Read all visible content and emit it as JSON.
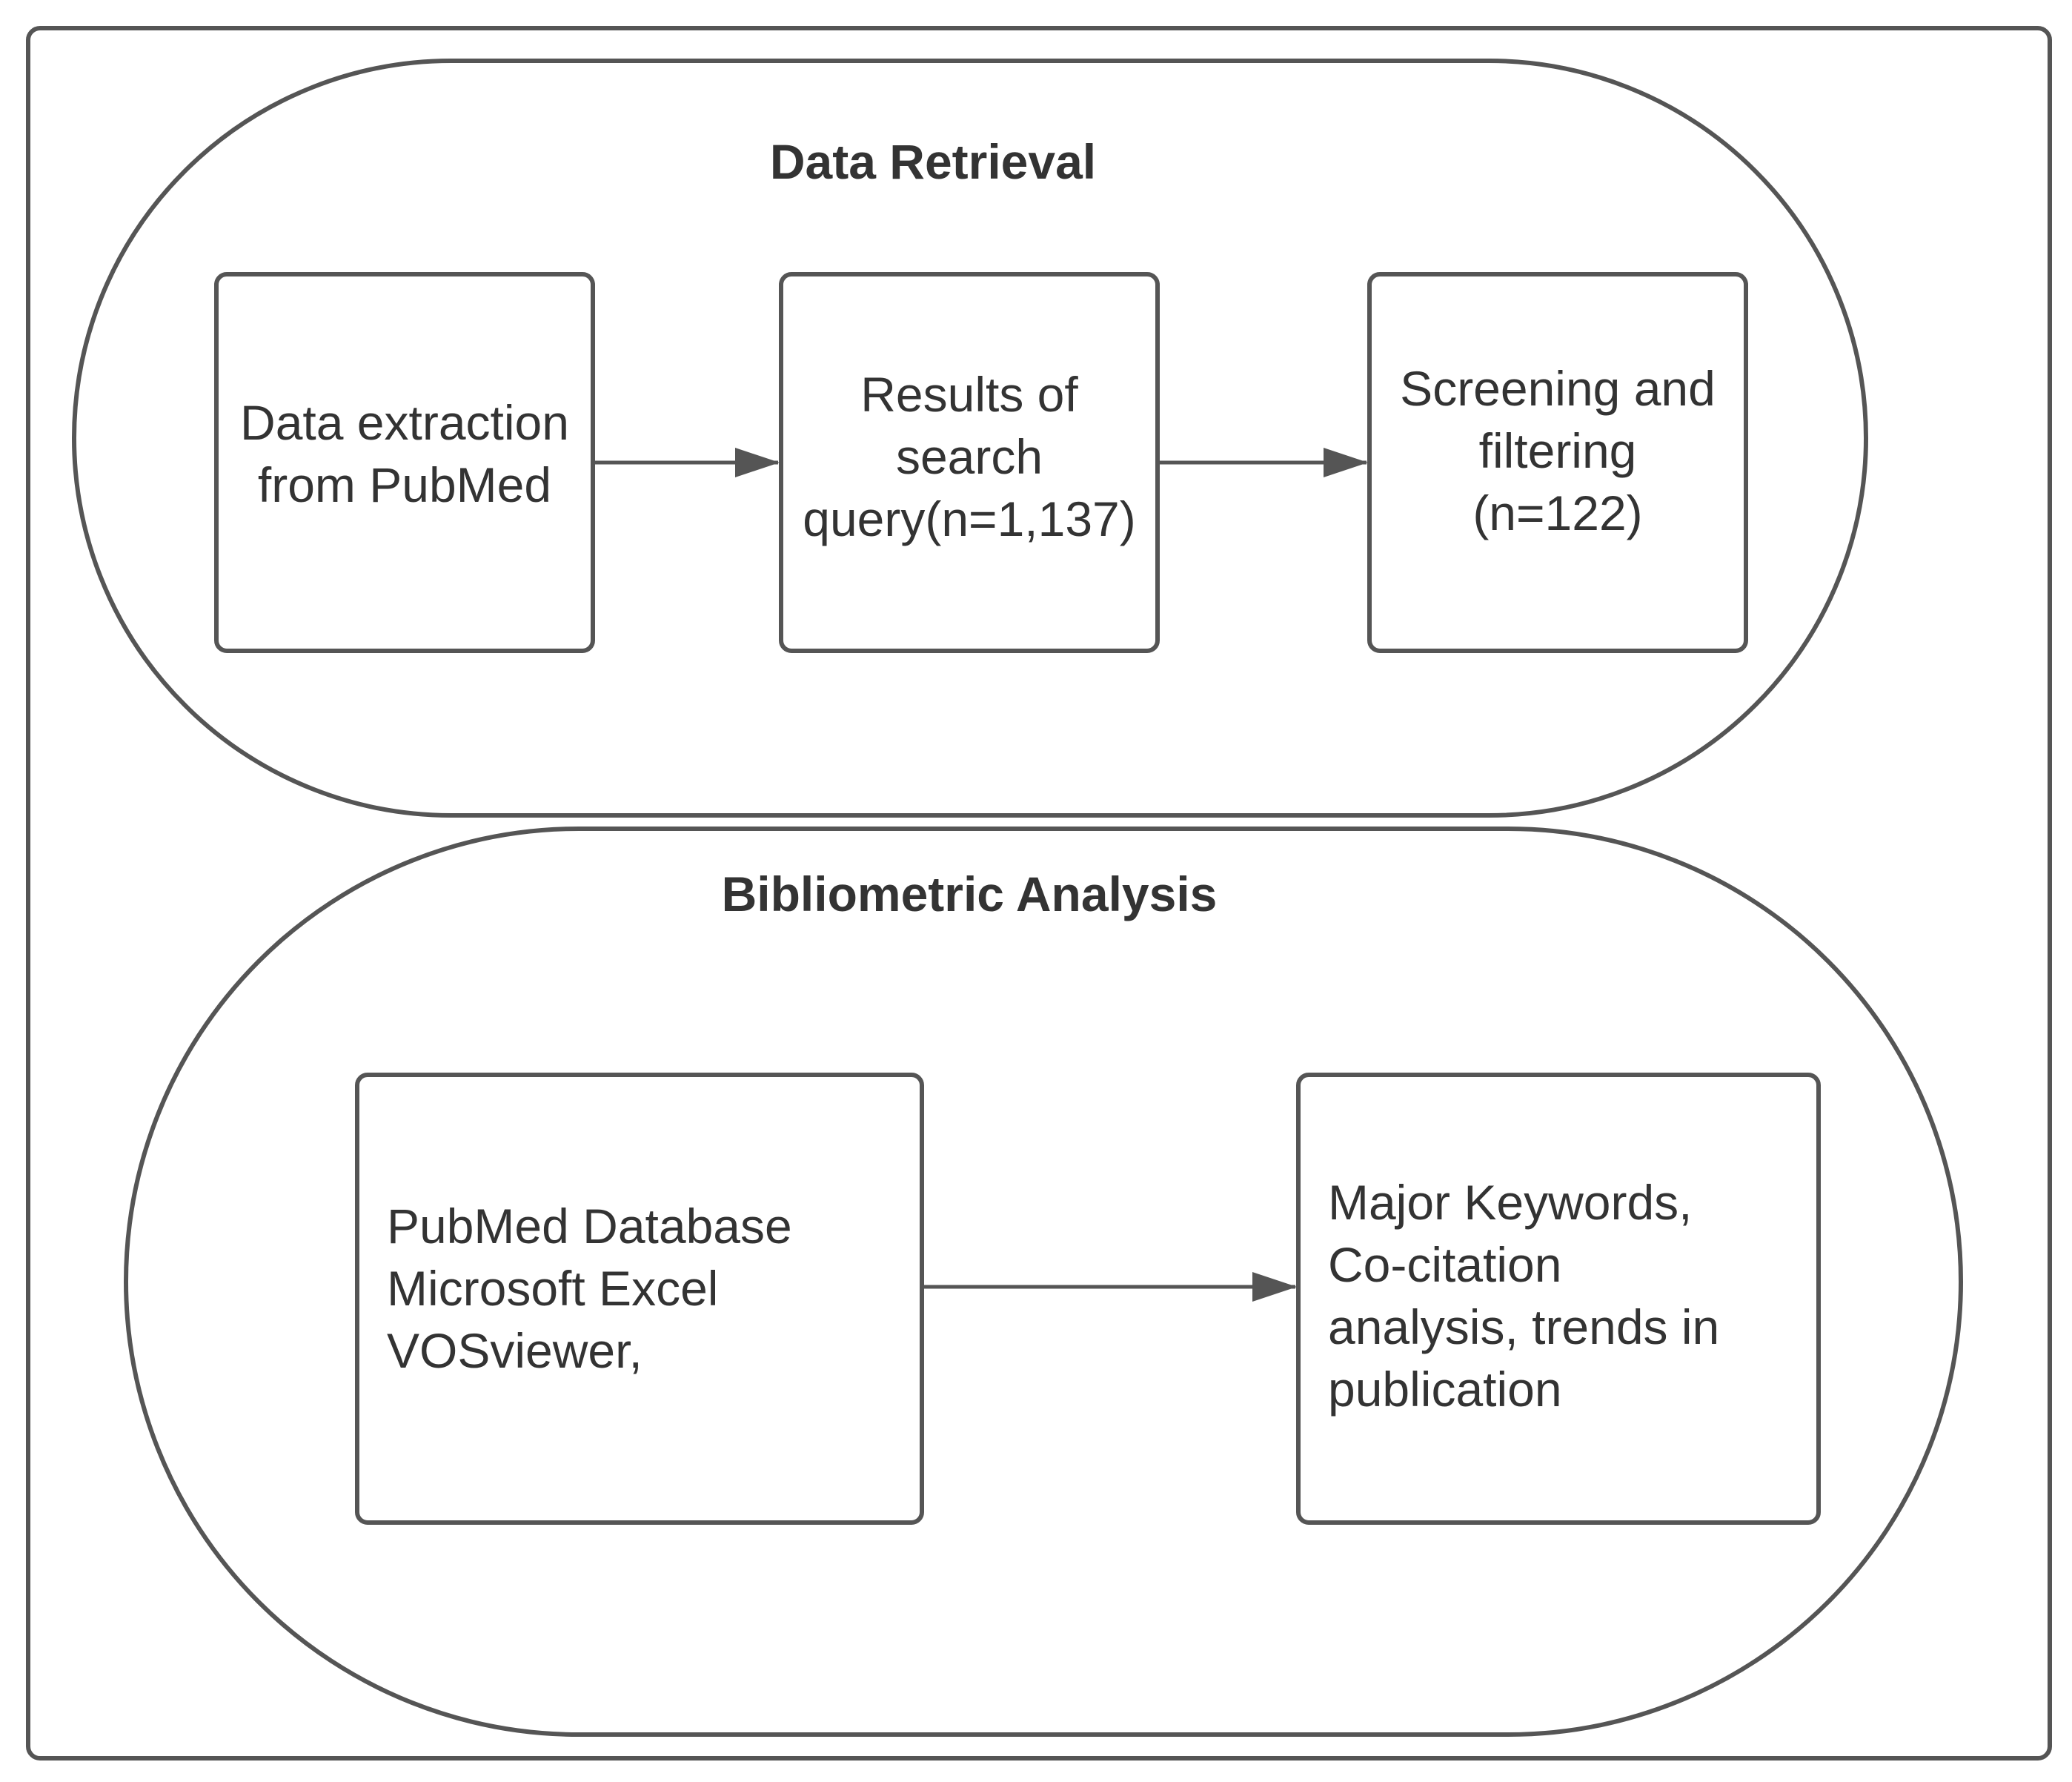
{
  "sections": [
    {
      "title": "Data Retrieval",
      "boxes": [
        {
          "lines": [
            "Data extraction",
            "from PubMed"
          ]
        },
        {
          "lines": [
            "Results of",
            "search",
            "query(n=1,137)"
          ]
        },
        {
          "lines": [
            "Screening and",
            "filtering",
            "(n=122)"
          ]
        }
      ]
    },
    {
      "title": "Bibliometric Analysis",
      "boxes": [
        {
          "lines": [
            "PubMed Database",
            "Microsoft Excel",
            "VOSviewer,"
          ]
        },
        {
          "lines": [
            "Major Keywords,",
            "Co-citation",
            "analysis, trends in",
            "publication"
          ]
        }
      ]
    }
  ],
  "colors": {
    "stroke": "#555555",
    "text": "#333333",
    "background": "#ffffff"
  }
}
